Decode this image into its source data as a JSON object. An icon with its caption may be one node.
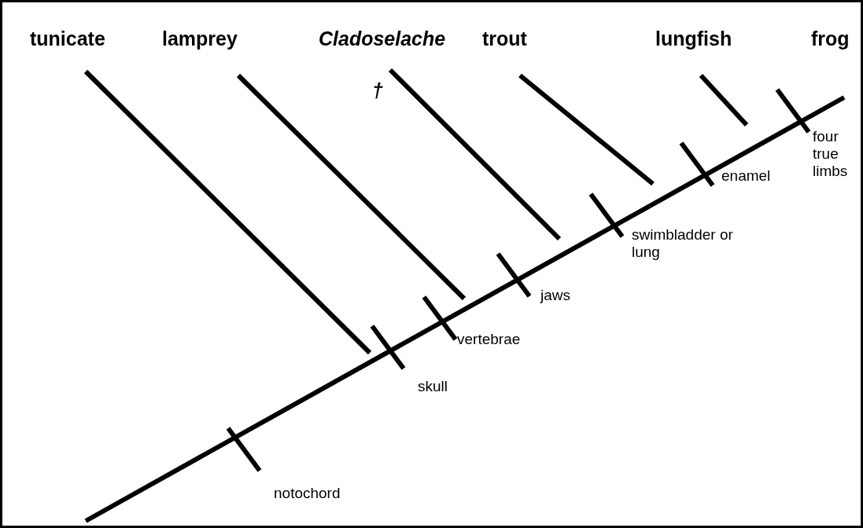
{
  "diagram": {
    "labels": [
      "tunicate",
      "lamprey",
      "Cladoselache",
      "trout",
      "lungfish",
      "frog",
      "†",
      "four true limbs",
      "enamel",
      "swimbladder or lung",
      "jaws",
      "vertebrae",
      "skull",
      "notochord"
    ]
  }
}
